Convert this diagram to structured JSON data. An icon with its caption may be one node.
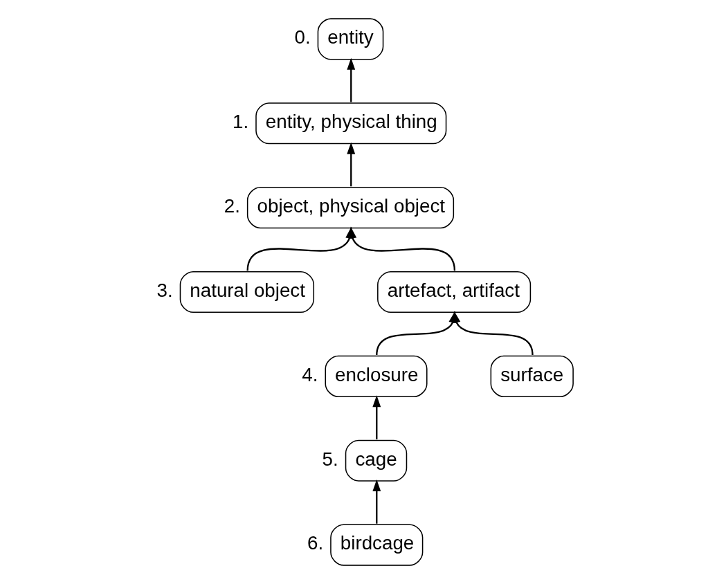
{
  "diagram": {
    "nodes": [
      {
        "text": [
          "entity"
        ],
        "beside": [
          "0."
        ]
      },
      {
        "text": [
          "entity, physical thing"
        ],
        "beside": [
          "1."
        ]
      },
      {
        "text": [
          "object, physical object"
        ],
        "beside": [
          "2."
        ]
      },
      {
        "text": [
          "natural object"
        ],
        "beside": [
          "3."
        ]
      },
      {
        "text": [
          "artefact, artifact"
        ]
      },
      {
        "text": [
          "enclosure"
        ],
        "beside": [
          "4."
        ]
      },
      {
        "text": [
          "surface"
        ]
      },
      {
        "text": [
          "cage"
        ],
        "beside": [
          "5."
        ]
      },
      {
        "text": [
          "birdcage"
        ],
        "beside": [
          "6."
        ]
      }
    ],
    "edges": [
      {
        "from": 1,
        "to": 0,
        "arrow": "to"
      },
      {
        "from": 2,
        "to": 1,
        "arrow": "to"
      },
      {
        "from": 3,
        "to": 2,
        "arrow": "to"
      },
      {
        "from": 4,
        "to": 2,
        "arrow": "to"
      },
      {
        "from": 5,
        "to": 4,
        "arrow": "to"
      },
      {
        "from": 6,
        "to": 4,
        "arrow": "to"
      },
      {
        "from": 7,
        "to": 5,
        "arrow": "to"
      },
      {
        "from": 8,
        "to": 7,
        "arrow": "to"
      }
    ]
  }
}
